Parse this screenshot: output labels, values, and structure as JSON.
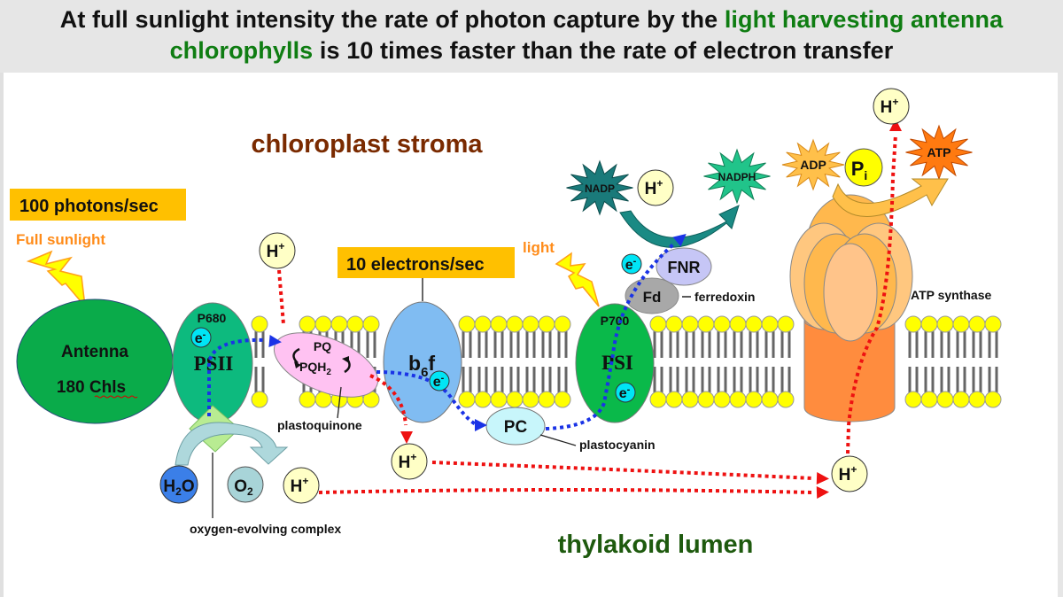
{
  "title": {
    "line1_a": "At full sunlight intensity the rate of photon capture by the ",
    "line1_b": "light harvesting antenna",
    "line2_a": "chlorophylls",
    "line2_b": " is 10 times faster than the rate of electron transfer"
  },
  "colors": {
    "title_green": "#0f7d12",
    "stroma_label": "#7a2a00",
    "lumen_label": "#1e5a0e",
    "orange_label": "#ff8c1a",
    "rate_box": "#ffc000",
    "lipid_head": "#ffff00",
    "proton_arrow": "#ff0000",
    "electron_arrow": "#1a33e6"
  },
  "regions": {
    "stroma": "chloroplast stroma",
    "lumen": "thylakoid lumen"
  },
  "rates": {
    "photons": "100 photons/sec",
    "electrons": "10 electrons/sec"
  },
  "light": {
    "full_sunlight": "Full sunlight",
    "light": "light"
  },
  "antenna": {
    "name": "Antenna",
    "count": "180 Chls"
  },
  "psii": {
    "name": "PSII",
    "center": "P680",
    "electron": "e-"
  },
  "plastoquinone": {
    "pq": "PQ",
    "pqh2": "PQH",
    "pqh2_sub": "2",
    "label": "plastoquinone"
  },
  "b6f": {
    "name": "b",
    "sub": "6",
    "suffix": "f",
    "electron": "e-"
  },
  "pc": {
    "name": "PC",
    "label": "plastocyanin"
  },
  "psi": {
    "name": "PSI",
    "center": "P700",
    "electron": "e-"
  },
  "fd": {
    "name": "Fd",
    "label": "ferredoxin",
    "electron": "e-"
  },
  "fnr": {
    "name": "FNR"
  },
  "nadp": {
    "nadp": "NADP",
    "proton": "H+",
    "nadph": "NADPH"
  },
  "oec": {
    "water": "H",
    "water_sub": "2",
    "water_o": "O",
    "oxygen": "O",
    "oxygen_sub": "2",
    "proton": "H",
    "label": "oxygen-evolving complex"
  },
  "atp": {
    "adp": "ADP",
    "pi": "P",
    "pi_sub": "i",
    "atp": "ATP",
    "label": "ATP synthase"
  },
  "protons": {
    "symbol": "H",
    "charge": "+"
  }
}
